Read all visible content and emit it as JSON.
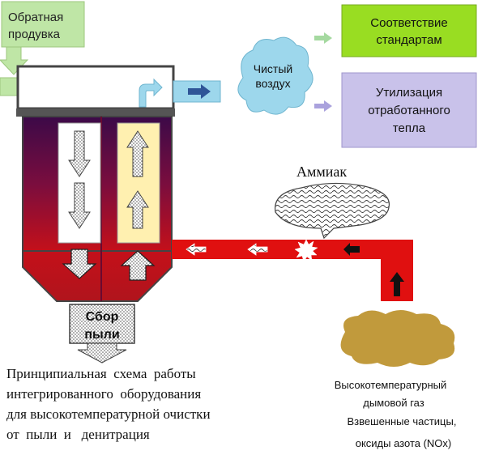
{
  "backwash": {
    "lines": [
      "Обратная",
      "продувка"
    ]
  },
  "clean_air": {
    "lines": [
      "Чистый",
      "воздух"
    ]
  },
  "standards": {
    "lines": [
      "Соответствие",
      "стандартам"
    ],
    "color": "#99dd22"
  },
  "heat_recovery": {
    "lines": [
      "Утилизация",
      "отработанного",
      "тепла"
    ],
    "color": "#c9c2ea"
  },
  "ammonia": {
    "label": "Аммиак"
  },
  "dust_collection": {
    "lines": [
      "Сбор",
      "пыли"
    ]
  },
  "flue_gas": {
    "lines": [
      "Высокотемпературный",
      "дымовой газ",
      "Взвешенные частицы,",
      "оксиды азота (NOx)"
    ],
    "color": "#c19a3c"
  },
  "caption": {
    "lines": [
      "Принципиальная  схема  работы",
      "интегрированного  оборудования",
      "для высокотемпературной очистки",
      "от  пыли  и   денитрация"
    ]
  },
  "colors": {
    "backwash_box": "#bfe6a6",
    "duct": "#e01010",
    "vessel_dark": "#4a0a4a",
    "vessel_bottom": "#c4101a",
    "filter_left": "#ffffff",
    "filter_right": "#fff0b0",
    "outlet_pipe": "#9dd7ec",
    "arrow_green": "#a5d9a0",
    "arrow_purple": "#aaa2dd"
  }
}
